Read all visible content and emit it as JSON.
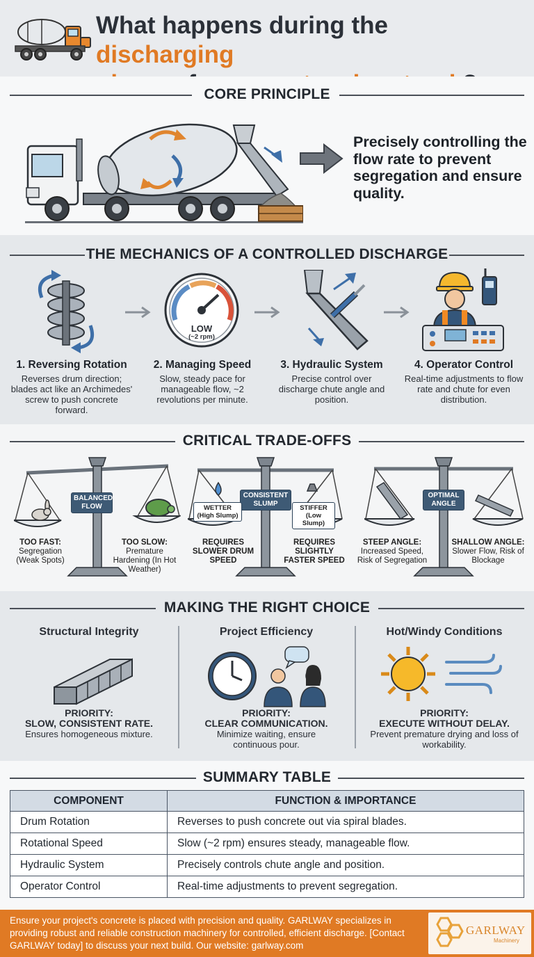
{
  "header": {
    "title_part1": "What happens during the ",
    "title_highlight1": "discharging",
    "title_highlight2": "phase",
    "title_part2": " of a ",
    "title_highlight3": "concrete mixer truck",
    "title_part3": "?"
  },
  "core": {
    "heading": "CORE PRINCIPLE",
    "statement": "Precisely controlling the flow rate to prevent segregation and ensure quality."
  },
  "mechanics": {
    "heading": "THE MECHANICS OF A CONTROLLED DISCHARGE",
    "gauge_label": "LOW",
    "gauge_sub": "(~2 rpm)",
    "steps": [
      {
        "title": "1. Reversing Rotation",
        "desc": "Reverses drum direction; blades act like an Archimedes' screw to push concrete forward."
      },
      {
        "title": "2. Managing Speed",
        "desc": "Slow, steady pace for manageable flow, ~2 revolutions per minute."
      },
      {
        "title": "3. Hydraulic System",
        "desc": "Precise control over discharge chute angle and position."
      },
      {
        "title": "4. Operator Control",
        "desc": "Real-time adjustments to flow rate and chute for even distribution."
      }
    ]
  },
  "tradeoffs": {
    "heading": "CRITICAL TRADE-OFFS",
    "items": [
      {
        "tag": "BALANCED FLOW",
        "left_bold": "TOO FAST:",
        "left_text": "Segregation (Weak Spots)",
        "right_bold": "TOO SLOW:",
        "right_text": "Premature Hardening (In Hot Weather)"
      },
      {
        "tag": "CONSISTENT SLUMP",
        "left_tag": "WETTER (High Slump)",
        "right_tag": "STIFFER (Low Slump)",
        "left_bold": "REQUIRES SLOWER DRUM SPEED",
        "right_bold": "REQUIRES SLIGHTLY FASTER SPEED"
      },
      {
        "tag": "OPTIMAL ANGLE",
        "left_bold": "STEEP ANGLE:",
        "left_text": "Increased Speed, Risk of Segregation",
        "right_bold": "SHALLOW ANGLE:",
        "right_text": "Slower Flow, Risk of Blockage"
      }
    ]
  },
  "choice": {
    "heading": "MAKING THE RIGHT CHOICE",
    "items": [
      {
        "title": "Structural Integrity",
        "priority": "PRIORITY:",
        "priority_text": "SLOW, CONSISTENT RATE.",
        "desc": "Ensures homogeneous mixture."
      },
      {
        "title": "Project Efficiency",
        "priority": "PRIORITY:",
        "priority_text": "CLEAR COMMUNICATION.",
        "desc": "Minimize waiting, ensure continuous pour."
      },
      {
        "title": "Hot/Windy Conditions",
        "priority": "PRIORITY:",
        "priority_text": "EXECUTE WITHOUT DELAY.",
        "desc": "Prevent premature drying and loss of workability."
      }
    ]
  },
  "summary": {
    "heading": "SUMMARY TABLE",
    "columns": [
      "COMPONENT",
      "FUNCTION & IMPORTANCE"
    ],
    "rows": [
      [
        "Drum Rotation",
        "Reverses to push concrete out via spiral blades."
      ],
      [
        "Rotational Speed",
        "Slow (~2 rpm) ensures steady, manageable flow."
      ],
      [
        "Hydraulic System",
        "Precisely controls chute angle and position."
      ],
      [
        "Operator Control",
        "Real-time adjustments to prevent segregation."
      ]
    ]
  },
  "footer": {
    "text": "Ensure your project's concrete is placed with precision and quality. GARLWAY specializes in providing robust and reliable construction machinery for controlled, efficient discharge. [Contact GARLWAY today] to discuss your next build. Our website: garlway.com",
    "logo_name": "GARLWAY",
    "logo_sub": "Machinery",
    "bg_color": "#e07a24"
  },
  "colors": {
    "accent": "#e07a24",
    "navy": "#3e5a75",
    "dark": "#23282f"
  }
}
